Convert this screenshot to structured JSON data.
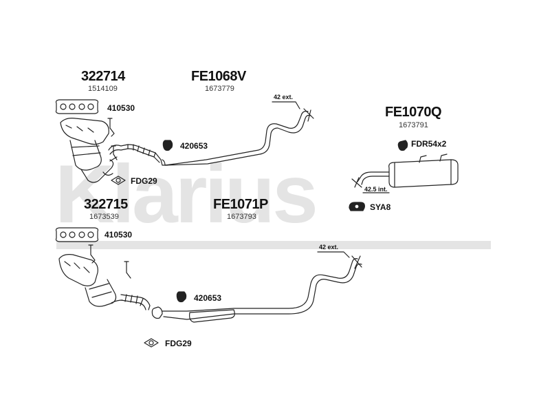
{
  "watermark": {
    "text": "Klarius"
  },
  "top_assembly": {
    "cat_code": "322714",
    "cat_ref": "1514109",
    "gasket_code": "410530",
    "gasket2_code": "FDG29",
    "front_code": "FE1068V",
    "front_ref": "1673779",
    "front_clamp_code": "420653",
    "front_ext_label": "42 ext."
  },
  "rear_assembly": {
    "code": "FE1070Q",
    "ref": "1673791",
    "mount_code": "FDR54x2",
    "int_label": "42.5 int.",
    "clamp_code": "SYA8"
  },
  "bottom_assembly": {
    "cat_code": "322715",
    "cat_ref": "1673539",
    "gasket_code": "410530",
    "gasket2_code": "FDG29",
    "front_code": "FE1071P",
    "front_ref": "1673793",
    "front_clamp_code": "420653",
    "front_ext_label": "42 ext."
  }
}
